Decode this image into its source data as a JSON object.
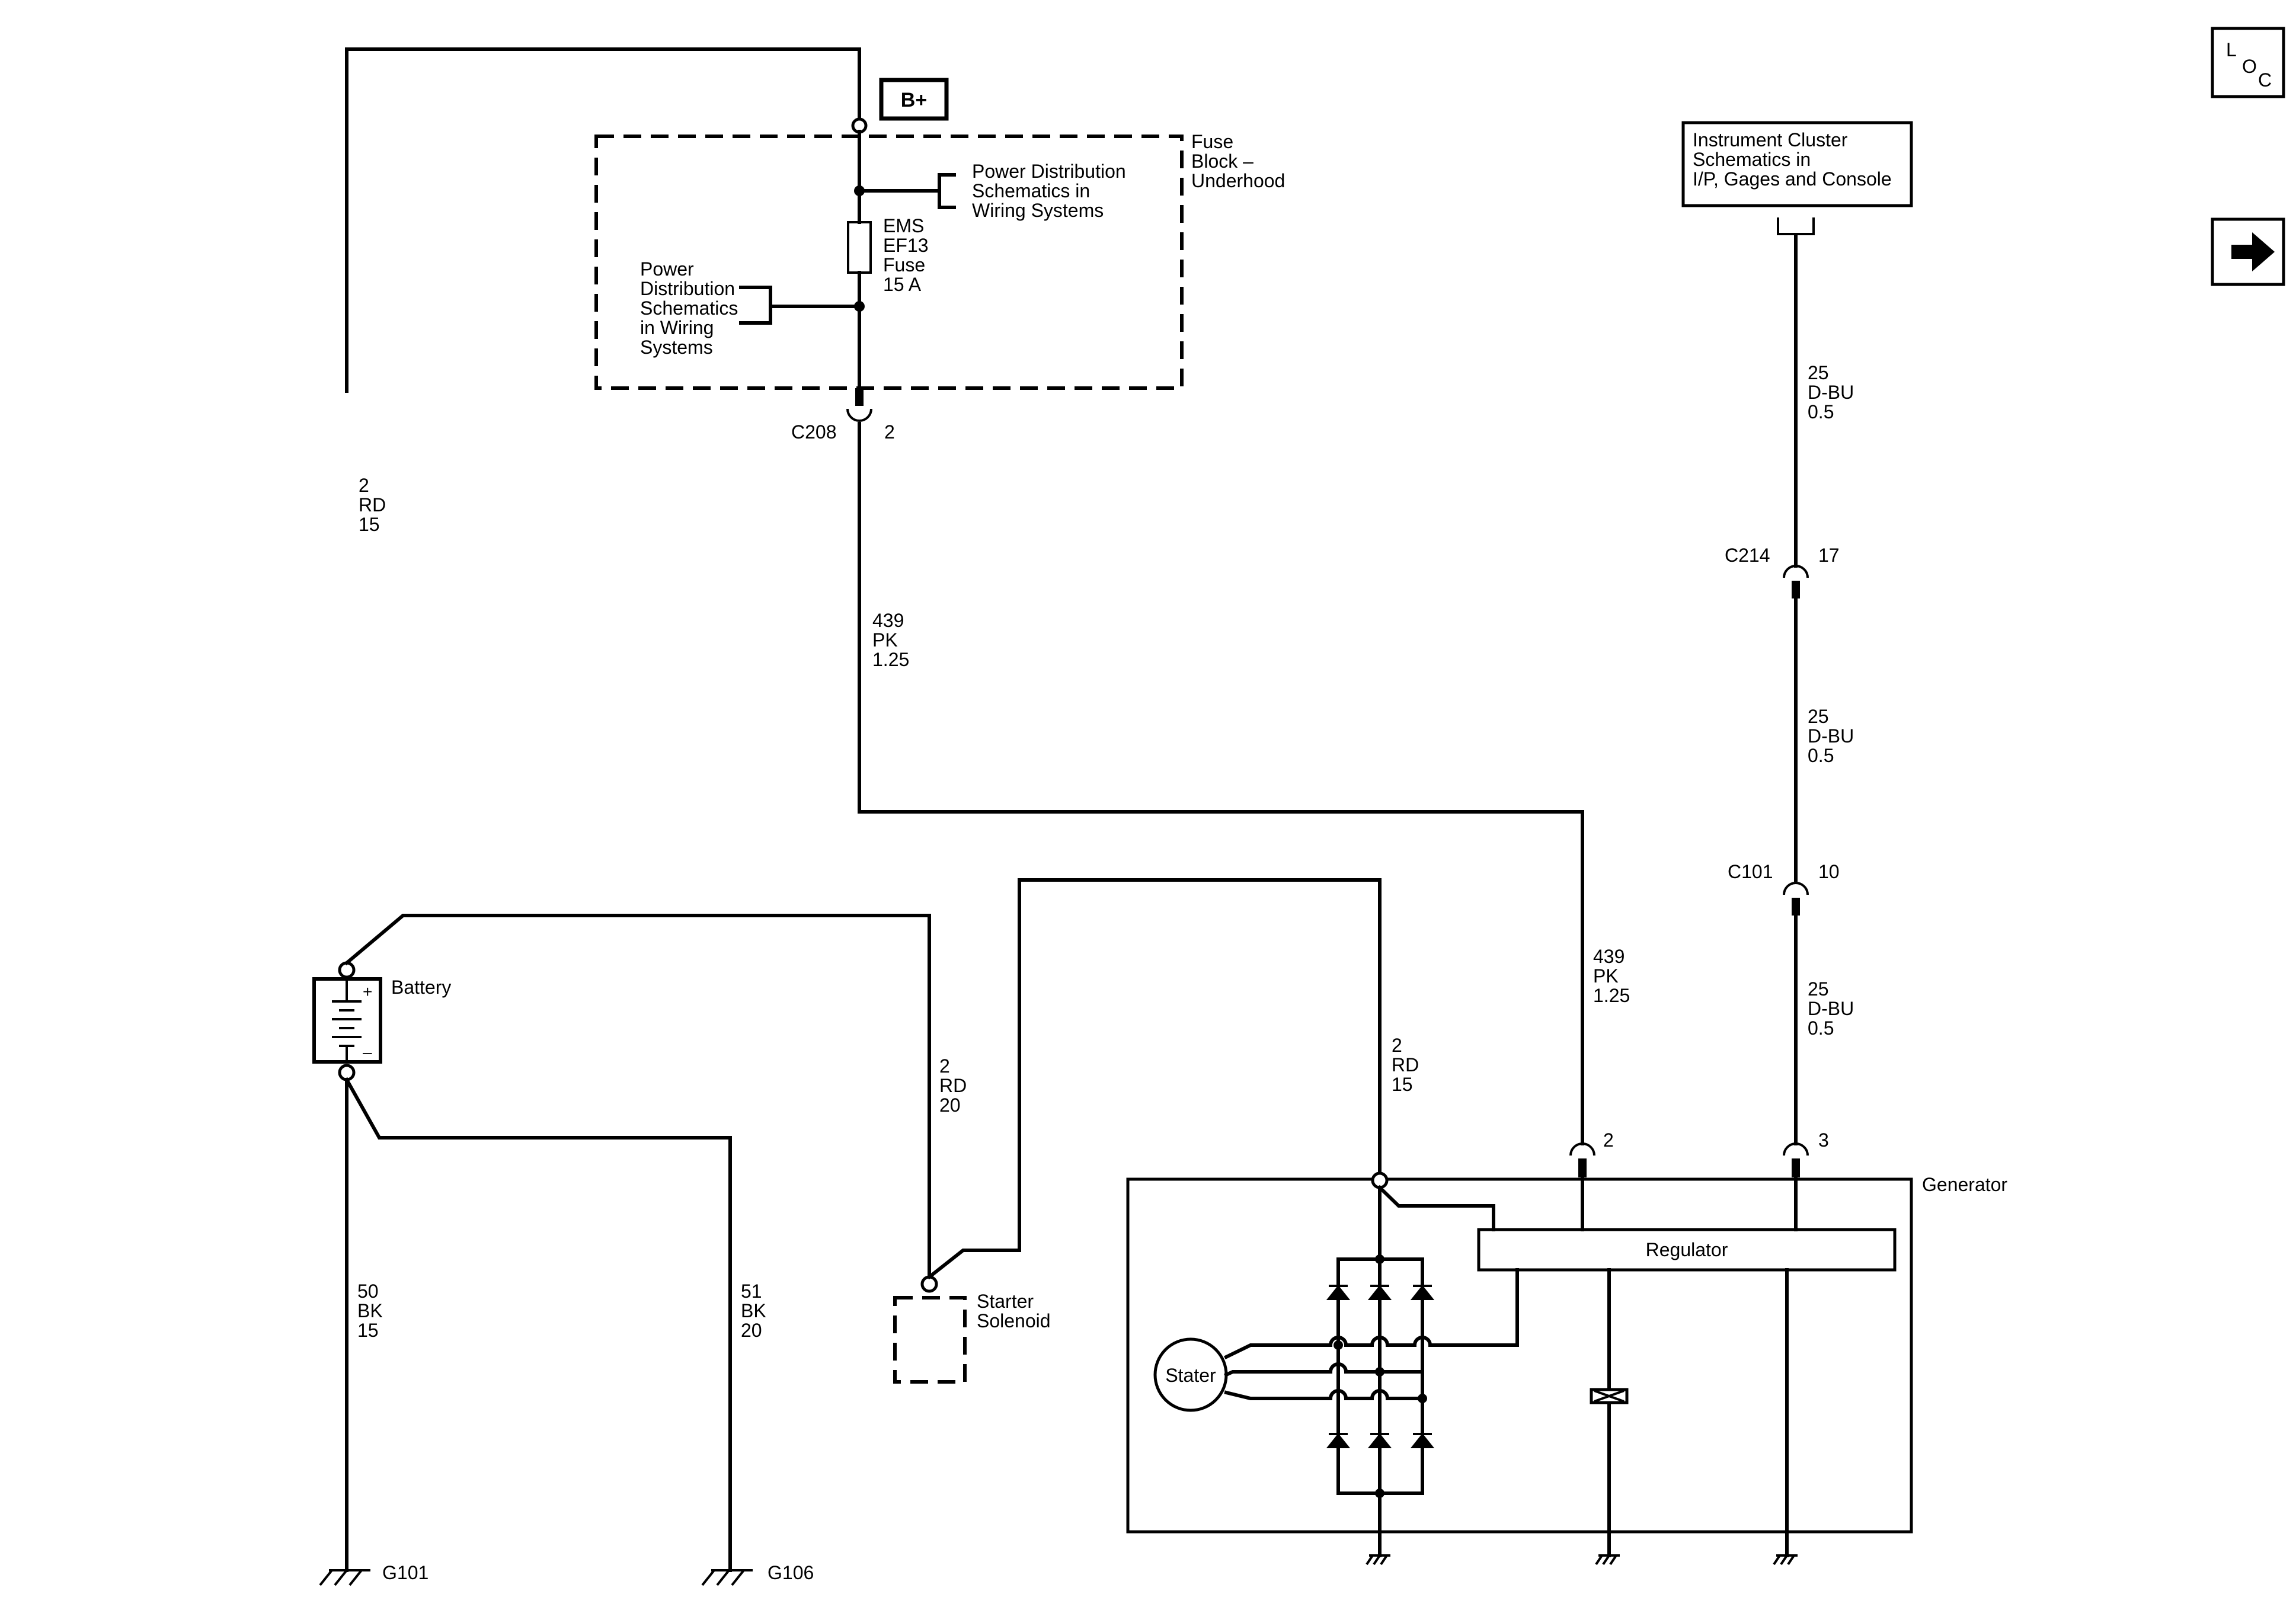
{
  "labels": {
    "b_plus": "B+",
    "fuse_block": [
      "Fuse",
      "Block –",
      "Underhood"
    ],
    "power_dist_right": [
      "Power Distribution",
      "Schematics in",
      "Wiring Systems"
    ],
    "power_dist_left": [
      "Power",
      "Distribution",
      "Schematics",
      "in Wiring",
      "Systems"
    ],
    "fuse": [
      "EMS",
      "EF13",
      "Fuse",
      "15 A"
    ],
    "instrument_cluster": [
      "Instrument Cluster",
      "Schematics in",
      "I/P, Gages and Console"
    ],
    "loc_icon": [
      "L",
      "O",
      "C"
    ],
    "battery": "Battery",
    "battery_plus": "+",
    "battery_minus": "–",
    "starter_solenoid": [
      "Starter",
      "Solenoid"
    ],
    "generator": "Generator",
    "regulator": "Regulator",
    "stator": "Stater"
  },
  "connectors": {
    "c208": {
      "name": "C208",
      "pin": "2"
    },
    "c214": {
      "name": "C214",
      "pin": "17"
    },
    "c101": {
      "name": "C101",
      "pin": "10"
    },
    "gen_pin_2": "2",
    "gen_pin_3": "3"
  },
  "wires": {
    "w_2rd15_left": [
      "2",
      "RD",
      "15"
    ],
    "w_439pk_upper": [
      "439",
      "PK",
      "1.25"
    ],
    "w_439pk_lower": [
      "439",
      "PK",
      "1.25"
    ],
    "w_25dbu_top": [
      "25",
      "D-BU",
      "0.5"
    ],
    "w_25dbu_mid": [
      "25",
      "D-BU",
      "0.5"
    ],
    "w_25dbu_bot": [
      "25",
      "D-BU",
      "0.5"
    ],
    "w_2rd20": [
      "2",
      "RD",
      "20"
    ],
    "w_2rd15_gen": [
      "2",
      "RD",
      "15"
    ],
    "w_50bk15": [
      "50",
      "BK",
      "15"
    ],
    "w_51bk20": [
      "51",
      "BK",
      "20"
    ]
  },
  "grounds": {
    "g101": "G101",
    "g106": "G106"
  },
  "icons": [
    "loc-icon",
    "arrow-right-icon"
  ]
}
